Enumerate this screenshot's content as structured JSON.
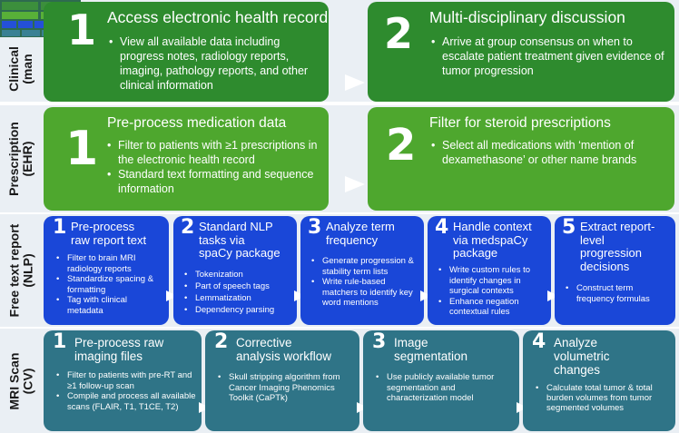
{
  "lanes": {
    "clinical": {
      "label_line1": "Clinical",
      "label_line2": "(man"
    },
    "prescription": {
      "label_line1": "Prescription",
      "label_line2": "(EHR)"
    },
    "nlp": {
      "label_line1": "Free text report",
      "label_line2": "(NLP)"
    },
    "cv": {
      "label_line1": "MRI Scan",
      "label_line2": "(CV)"
    }
  },
  "clinical": {
    "step1": {
      "number": "1",
      "title": "Access electronic health record",
      "bullets": [
        "View all available data including progress notes, radiology reports, imaging, pathology reports, and other clinical information"
      ]
    },
    "step2": {
      "number": "2",
      "title": "Multi-disciplinary discussion",
      "bullets": [
        "Arrive at group consensus on when to escalate patient treatment given evidence of tumor progression"
      ]
    }
  },
  "prescription": {
    "step1": {
      "number": "1",
      "title": "Pre-process medication data",
      "bullets": [
        "Filter to patients with ≥1 prescriptions in the electronic health record",
        "Standard text formatting and sequence information"
      ]
    },
    "step2": {
      "number": "2",
      "title": "Filter for steroid prescriptions",
      "bullets": [
        "Select all medications with ‘mention of dexamethasone’ or other name brands"
      ]
    }
  },
  "nlp": {
    "step1": {
      "number": "1",
      "title_l1": "Pre-process",
      "title_l2": "raw report text",
      "bullets": [
        "Filter to brain MRI radiology reports",
        "Standardize spacing & formatting",
        "Tag with clinical metadata"
      ]
    },
    "step2": {
      "number": "2",
      "title_l1": "Standard NLP",
      "title_l2": "tasks via",
      "title_l3": "spaCy package",
      "bullets": [
        "Tokenization",
        "Part of speech tags",
        "Lemmatization",
        "Dependency parsing"
      ]
    },
    "step3": {
      "number": "3",
      "title_l1": "Analyze term",
      "title_l2": "frequency",
      "bullets": [
        "Generate progression & stability term lists",
        "Write rule-based matchers to identify key word mentions"
      ]
    },
    "step4": {
      "number": "4",
      "title_l1": "Handle context",
      "title_l2": "via medspaCy",
      "title_l3": "package",
      "bullets": [
        "Write custom rules to identify changes in surgical contexts",
        "Enhance negation contextual rules"
      ]
    },
    "step5": {
      "number": "5",
      "title_l1": "Extract report-",
      "title_l2": "level",
      "title_l3": "progression",
      "title_l4": "decisions",
      "bullets": [
        "Construct term frequency formulas"
      ]
    }
  },
  "cv": {
    "step1": {
      "number": "1",
      "title_l1": "Pre-process raw",
      "title_l2": "imaging files",
      "bullets": [
        "Filter to patients with pre-RT and ≥1 follow-up scan",
        "Compile and process all available scans (FLAIR, T1, T1CE, T2)"
      ]
    },
    "step2": {
      "number": "2",
      "title_l1": "Corrective",
      "title_l2": "analysis workflow",
      "bullets": [
        "Skull stripping algorithm from Cancer Imaging Phenomics Toolkit (CaPTk)"
      ]
    },
    "step3": {
      "number": "3",
      "title_l1": "Image",
      "title_l2": "segmentation",
      "bullets": [
        "Use publicly available tumor segmentation and characterization model"
      ]
    },
    "step4": {
      "number": "4",
      "title_l1": "Analyze",
      "title_l2": "volumetric",
      "title_l3": "changes",
      "bullets": [
        "Calculate total tumor & total burden volumes from tumor segmented volumes"
      ]
    }
  },
  "colors": {
    "clinical": "#2e8b2e",
    "prescription": "#4ea72e",
    "nlp": "#1a47d8",
    "cv": "#2f7487",
    "lane_bg": "#eaeff4"
  }
}
